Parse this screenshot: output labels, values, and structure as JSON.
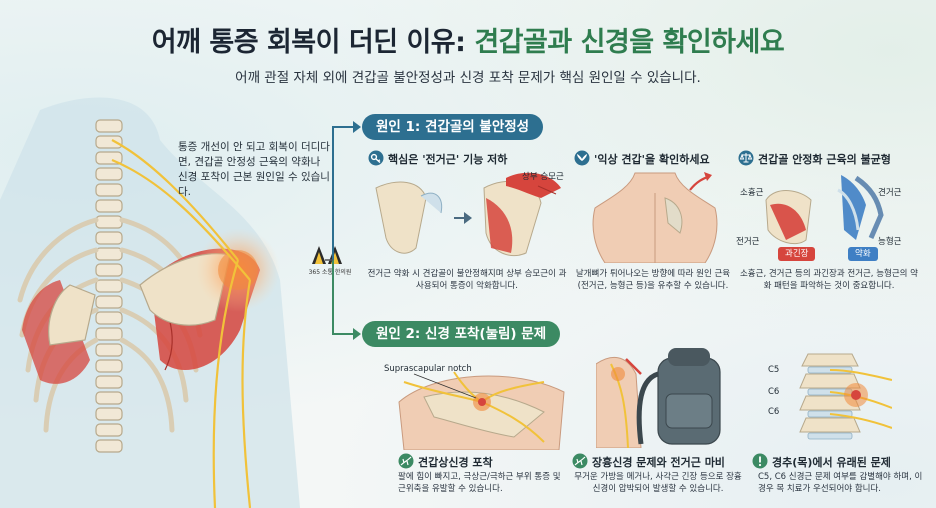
{
  "header": {
    "title_prefix": "어깨 통증 회복이 더딘 이유: ",
    "title_accent": "견갑골과 신경을 확인하세요",
    "subtitle": "어깨 관절 자체 외에 견갑골 불안정성과 신경 포착 문제가 핵심 원인일 수 있습니다."
  },
  "intro_note": "통증 개선이 안 되고 회복이 더디다면, 견갑골 안정성 근육의 약화나 신경 포착이 근본 원인일 수 있습니다.",
  "logo_text": "365 소통 한의원",
  "cause1": {
    "header": "원인 1: 견갑골의 불안정성",
    "panel1": {
      "title": "핵심은 '전거근' 기능 저하",
      "label": "상부 승모근",
      "caption": "전거근 약화 시 견갑골이 불안정해지며 상부 승모근이 과사용되어 통증이 악화합니다."
    },
    "panel2": {
      "title": "'익상 견갑'을 확인하세요",
      "caption": "날개뼈가 튀어나오는 방향에 따라 원인 근육(전거근, 능형근 등)을 유추할 수 있습니다."
    },
    "panel3": {
      "title": "견갑골 안정화 근육의 불균형",
      "label_left_top": "소흉근",
      "label_left_bottom": "전거근",
      "label_right_top": "견거근",
      "label_right_bottom": "능형근",
      "badge_left": "과긴장",
      "badge_right": "약화",
      "caption": "소흉근, 견거근 등의 과긴장과 전거근, 능형근의 약화 패턴을 파악하는 것이 중요합니다."
    }
  },
  "cause2": {
    "header": "원인 2: 신경 포착(눌림) 문제",
    "panel1": {
      "label": "Suprascapular notch",
      "title": "견갑상신경 포착",
      "caption": "팔에 힘이 빠지고, 극상근/극하근 부위 통증 및 근위축을 유발할 수 있습니다."
    },
    "panel2": {
      "title": "장흉신경 문제와 전거근 마비",
      "caption": "무거운 가방을 메거나, 사각근 긴장 등으로 장흉신경이 압박되어 발생할 수 있습니다."
    },
    "panel3": {
      "label_c5": "C5",
      "label_c6a": "C6",
      "label_c6b": "C6",
      "title": "경추(목)에서 유래된 문제",
      "caption": "C5, C6 신경근 문제 여부를 감별해야 하며, 이 경우 목 치료가 우선되어야 합니다."
    }
  },
  "colors": {
    "accent_green": "#2f7d4f",
    "header_blue": "#2d6f90",
    "header_green": "#3c8a63",
    "muscle_red": "#d6453d",
    "muscle_blue": "#3f7fc4"
  }
}
